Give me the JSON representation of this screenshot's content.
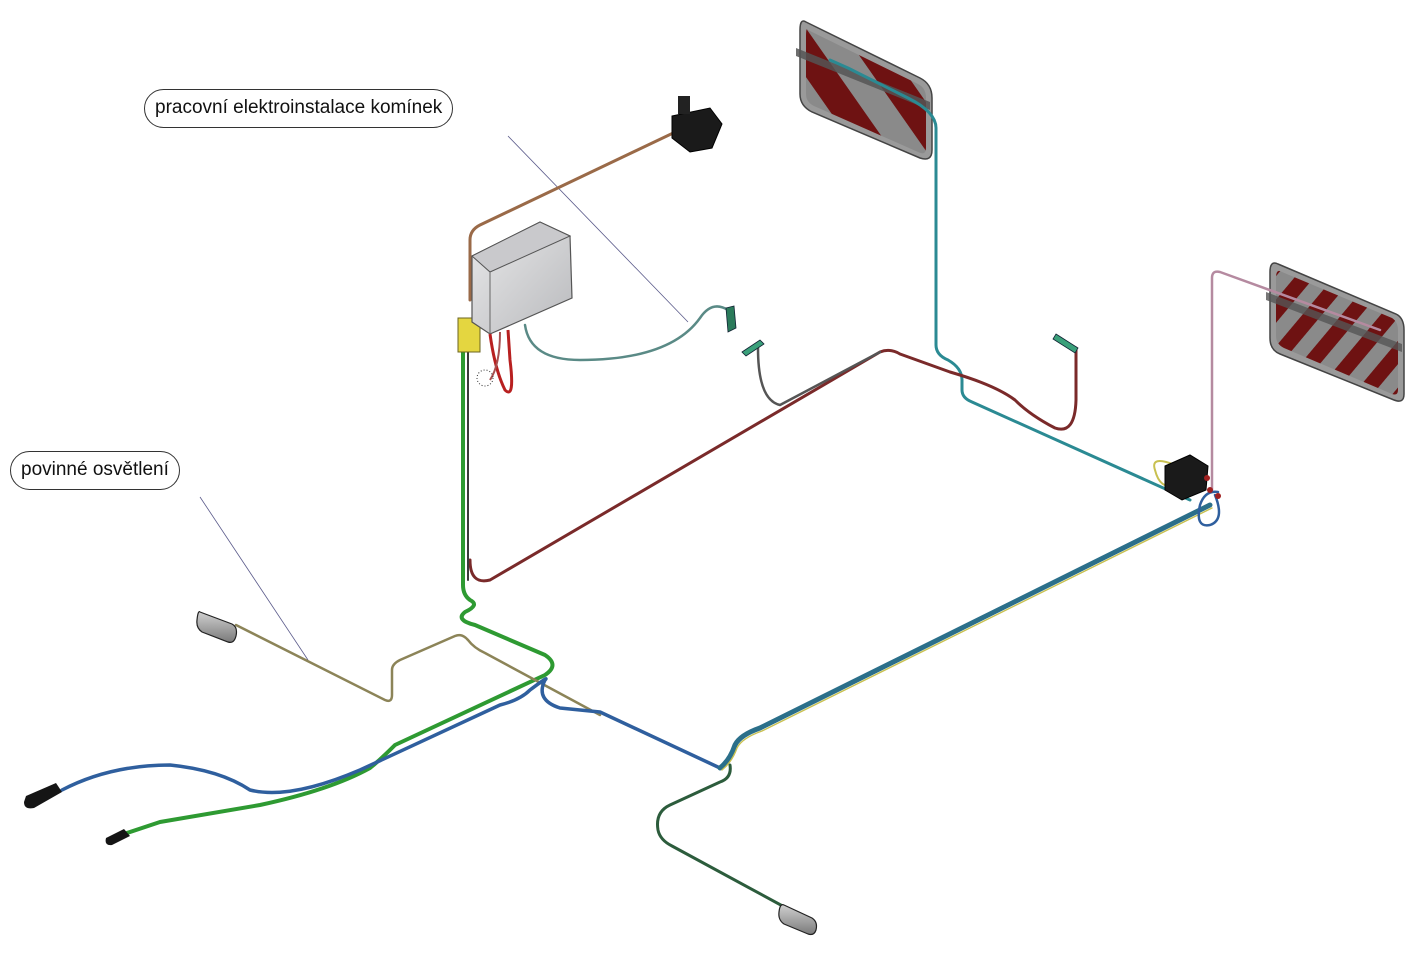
{
  "diagram": {
    "title": "wiring harness isometric view",
    "callouts": [
      {
        "id": "work-electrical",
        "text": "pracovní elektroinstalace komínek"
      },
      {
        "id": "mandatory-lighting",
        "text": "povinné osvětlení"
      }
    ],
    "components": [
      {
        "name": "junction-box",
        "type": "enclosure"
      },
      {
        "name": "work-lamp",
        "type": "lamp"
      },
      {
        "name": "warning-plate-left",
        "type": "reflective-plate"
      },
      {
        "name": "warning-plate-right",
        "type": "reflective-plate"
      },
      {
        "name": "distribution-block",
        "type": "connector-box"
      },
      {
        "name": "marker-lamp-left",
        "type": "marker-lamp"
      },
      {
        "name": "marker-lamp-front",
        "type": "marker-lamp"
      },
      {
        "name": "plug-connector-large",
        "type": "plug"
      },
      {
        "name": "plug-connector-small",
        "type": "plug"
      },
      {
        "name": "sensor-connectors",
        "type": "connector"
      }
    ],
    "colors": {
      "wire_green": "#2e9a32",
      "wire_blue": "#2f5f9e",
      "wire_teal": "#2b8a93",
      "wire_darkred": "#7a2a2a",
      "wire_olive": "#8c8458",
      "wire_brown": "#9a6a48",
      "wire_pink": "#b58aa0",
      "wire_darkgreen": "#2c5c3c",
      "plate_red": "#6e1212",
      "plate_grey": "#8a8a8a",
      "box_grey": "#d6d6d8",
      "bracket_yellow": "#e4d640"
    }
  }
}
